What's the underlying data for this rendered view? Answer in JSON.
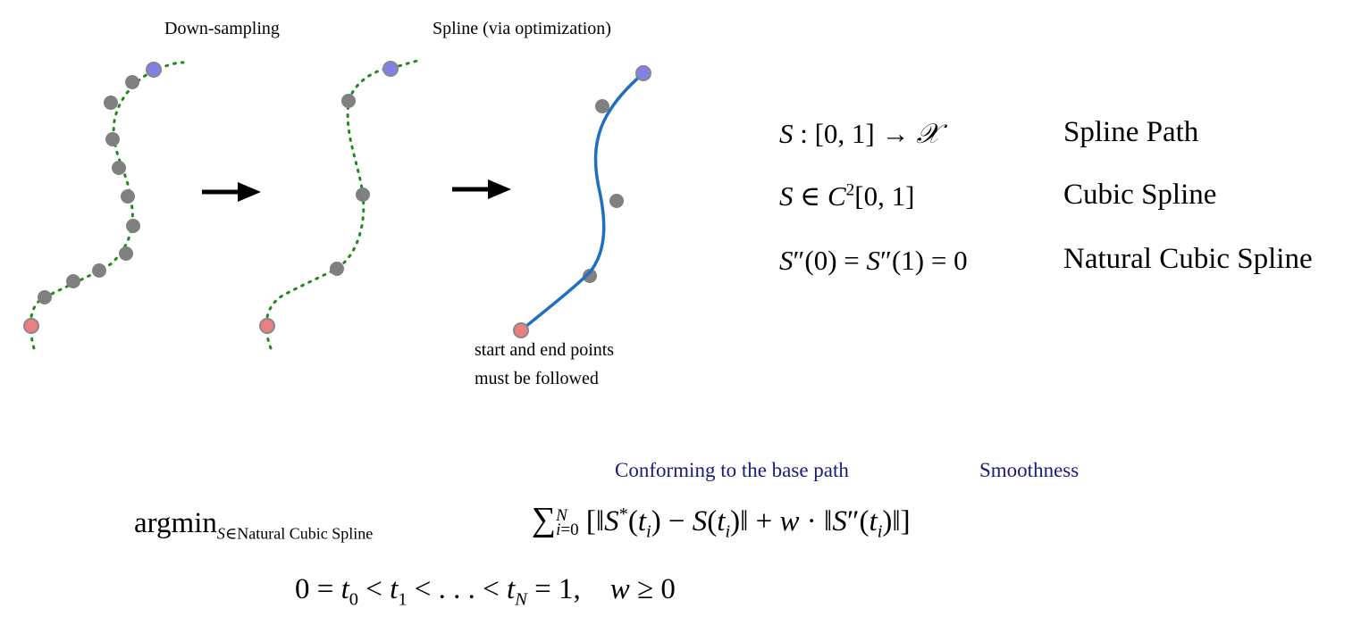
{
  "panels": {
    "downsampling_label": "Down-sampling",
    "spline_label": "Spline  (via optimization)",
    "endpoint_note_line1": "start and end points",
    "endpoint_note_line2": "must be followed"
  },
  "definitions": [
    {
      "desc": "Spline Path"
    },
    {
      "desc": "Cubic Spline"
    },
    {
      "desc": "Natural Cubic Spline"
    }
  ],
  "objective": {
    "term1_label": "Conforming to the base path",
    "term2_label": "Smoothness",
    "subscript_text": "Natural Cubic Spline"
  },
  "colors": {
    "path_dots": "#1e8a1e",
    "spline": "#1f6fbf",
    "point_gray": "#808080",
    "start_point": "#e88080",
    "end_point": "#8080e8",
    "annotation_navy": "#1a1a7a"
  }
}
